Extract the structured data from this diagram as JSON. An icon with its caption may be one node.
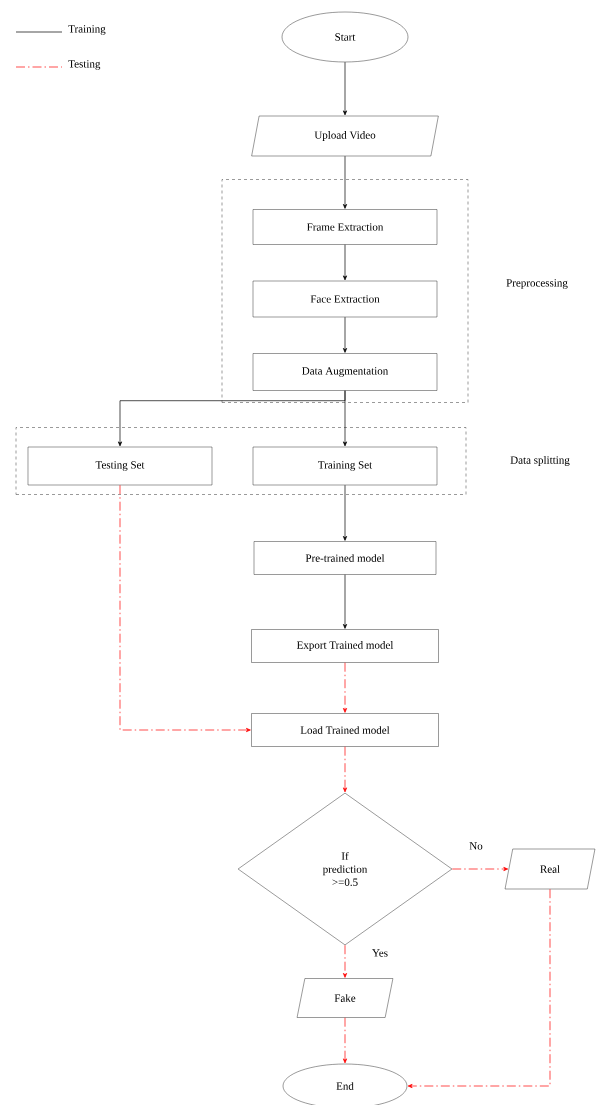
{
  "diagram": {
    "nodes": [
      {
        "text": [
          "Start"
        ]
      },
      {
        "text": [
          "Upload Video"
        ]
      },
      {
        "text": [
          "Preprocessing"
        ]
      },
      {
        "text": [
          "Frame Extraction"
        ],
        "in": 2
      },
      {
        "text": [
          "Face Extraction"
        ],
        "in": 2
      },
      {
        "text": [
          "Data Augmentation"
        ],
        "in": 2
      },
      {
        "text": [
          "Data splitting"
        ]
      },
      {
        "text": [
          "Testing Set"
        ],
        "in": 6
      },
      {
        "text": [
          "Training Set"
        ],
        "in": 6
      },
      {
        "text": [
          "Pre-trained model"
        ]
      },
      {
        "text": [
          "Export Trained model"
        ]
      },
      {
        "text": [
          "Load Trained model"
        ]
      },
      {
        "text": [
          "If prediction >=0.5"
        ]
      },
      {
        "text": [
          "Real"
        ]
      },
      {
        "text": [
          "Fake"
        ]
      },
      {
        "text": [
          "End"
        ]
      }
    ],
    "edges": [
      {
        "from": 0,
        "to": 1,
        "arrow": "to"
      },
      {
        "from": 1,
        "to": 3,
        "arrow": "to"
      },
      {
        "from": 3,
        "to": 4,
        "arrow": "to"
      },
      {
        "from": 4,
        "to": 5,
        "arrow": "to"
      },
      {
        "from": 5,
        "to": 7,
        "arrow": "to"
      },
      {
        "from": 5,
        "to": 8,
        "arrow": "to"
      },
      {
        "from": 8,
        "to": 9,
        "arrow": "to"
      },
      {
        "from": 9,
        "to": 10,
        "arrow": "to"
      },
      {
        "from": 10,
        "to": 11,
        "arrow": "to",
        "style": "dashed",
        "color": "#ff0000"
      },
      {
        "from": 7,
        "to": 11,
        "arrow": "to",
        "style": "dashed",
        "color": "#ff0000"
      },
      {
        "from": 11,
        "to": 12,
        "arrow": "to",
        "style": "dashed",
        "color": "#ff0000"
      },
      {
        "from": 12,
        "to": 13,
        "arrow": "to",
        "label": "No",
        "style": "dashed",
        "color": "#ff0000"
      },
      {
        "from": 12,
        "to": 14,
        "arrow": "to",
        "label": "Yes",
        "style": "dashed",
        "color": "#ff0000"
      },
      {
        "from": 14,
        "to": 15,
        "arrow": "to",
        "style": "dashed",
        "color": "#ff0000"
      },
      {
        "from": 13,
        "to": 15,
        "arrow": "to",
        "style": "dashed",
        "color": "#ff0000"
      }
    ],
    "legend": [
      {
        "text": "Training"
      },
      {
        "text": "Testing"
      }
    ]
  }
}
